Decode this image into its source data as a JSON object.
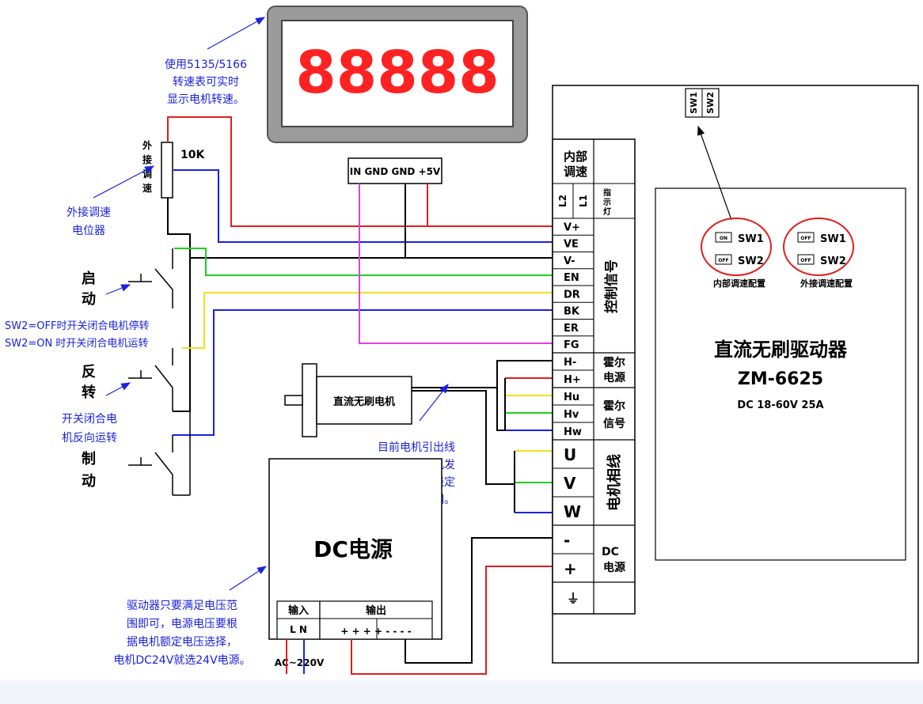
{
  "display": {
    "digits": "88888"
  },
  "notes": {
    "tach": [
      "使用5135/5166",
      "转速表可实时",
      "显示电机转速。"
    ],
    "pot": [
      "外接调速",
      "电位器"
    ],
    "stop_note": [
      "SW2=OFF时开关闭合电机停转",
      "SW2=ON 时开关闭合电机运转"
    ],
    "reverse_note": [
      "开关闭合电",
      "机反向运转"
    ],
    "motor_wire_note": [
      "目前电机引出线",
      "有两种，随机发",
      "货！具体接线定",
      "义请参考说明。"
    ],
    "psu_note": [
      "驱动器只要满足电压范",
      "围即可，电源电压要根",
      "据电机额定电压选择，",
      "电机DC24V就选24V电源。"
    ]
  },
  "pot": {
    "label": "10K",
    "vertical_label": [
      "外",
      "接",
      "调",
      "速"
    ]
  },
  "switches": {
    "start": [
      "启",
      "动"
    ],
    "reverse": [
      "反",
      "转"
    ],
    "brake": [
      "制",
      "动"
    ]
  },
  "tach_header": "IN GND GND +5V",
  "motor": {
    "label": "直流无刷电机"
  },
  "psu": {
    "title": "DC电源",
    "input_label": "输入",
    "input_pins": "L N",
    "output_label": "输出",
    "output_pins": "+ + + +  - - - -",
    "ac_label": "AC~220V"
  },
  "terminal": {
    "internal_speed": [
      "内部",
      "调速"
    ],
    "leds": {
      "l2": "L2",
      "l1": "L1",
      "indicator": [
        "指",
        "示",
        "灯"
      ]
    },
    "control_pins": [
      "V+",
      "VE",
      "V-",
      "EN",
      "DR",
      "BK",
      "ER",
      "FG"
    ],
    "control_group": "控制信号",
    "hall_power_pins": [
      "H-",
      "H+"
    ],
    "hall_power_group": [
      "霍尔",
      "电源"
    ],
    "hall_signal_pins": [
      "Hu",
      "Hv",
      "Hw"
    ],
    "hall_signal_group": [
      "霍尔",
      "信号"
    ],
    "phase_pins": [
      "U",
      "V",
      "W"
    ],
    "phase_group": "电机相线",
    "dc_pins": [
      "-",
      "+"
    ],
    "dc_group": [
      "DC",
      "电源"
    ],
    "ground_symbol": "⏚"
  },
  "driver": {
    "title": "直流无刷驱动器",
    "model": "ZM-6625",
    "spec": "DC 18-60V 25A",
    "sw_header": [
      "SW1",
      "SW2"
    ],
    "internal_config": {
      "sw1": "SW1",
      "sw2": "SW2",
      "sw1_state": "ON",
      "sw2_state": "OFF",
      "label": "内部调速配置"
    },
    "external_config": {
      "sw1": "SW1",
      "sw2": "SW2",
      "sw1_state": "OFF",
      "sw2_state": "OFF",
      "label": "外接调速配置"
    }
  },
  "colors": {
    "red": "#e21d1d",
    "blue": "#1a22e0",
    "green": "#22cc22",
    "yellow": "#f0e020",
    "magenta": "#e040e0",
    "display_red": "#ff2222"
  }
}
